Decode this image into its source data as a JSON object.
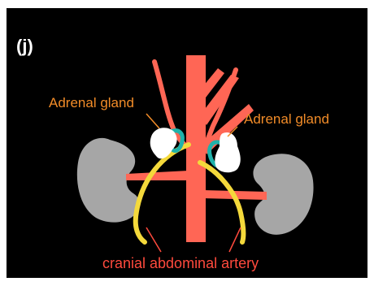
{
  "figure": {
    "panel_label": "(j)",
    "labels": {
      "adrenal_left": "Adrenal gland",
      "adrenal_right": "Adrenal gland",
      "artery": "cranial abdominal artery"
    }
  },
  "colors": {
    "background": "#000000",
    "aorta_branches": "#ff6655",
    "kidney": "#a6a6a6",
    "adrenal": "#ffffff",
    "adrenal_vessel": "#20b2aa",
    "cranial_abdominal_artery": "#f4d93b",
    "label_orange": "#f28c28",
    "label_red": "#ff4a3d",
    "panel_label": "#ffffff"
  }
}
